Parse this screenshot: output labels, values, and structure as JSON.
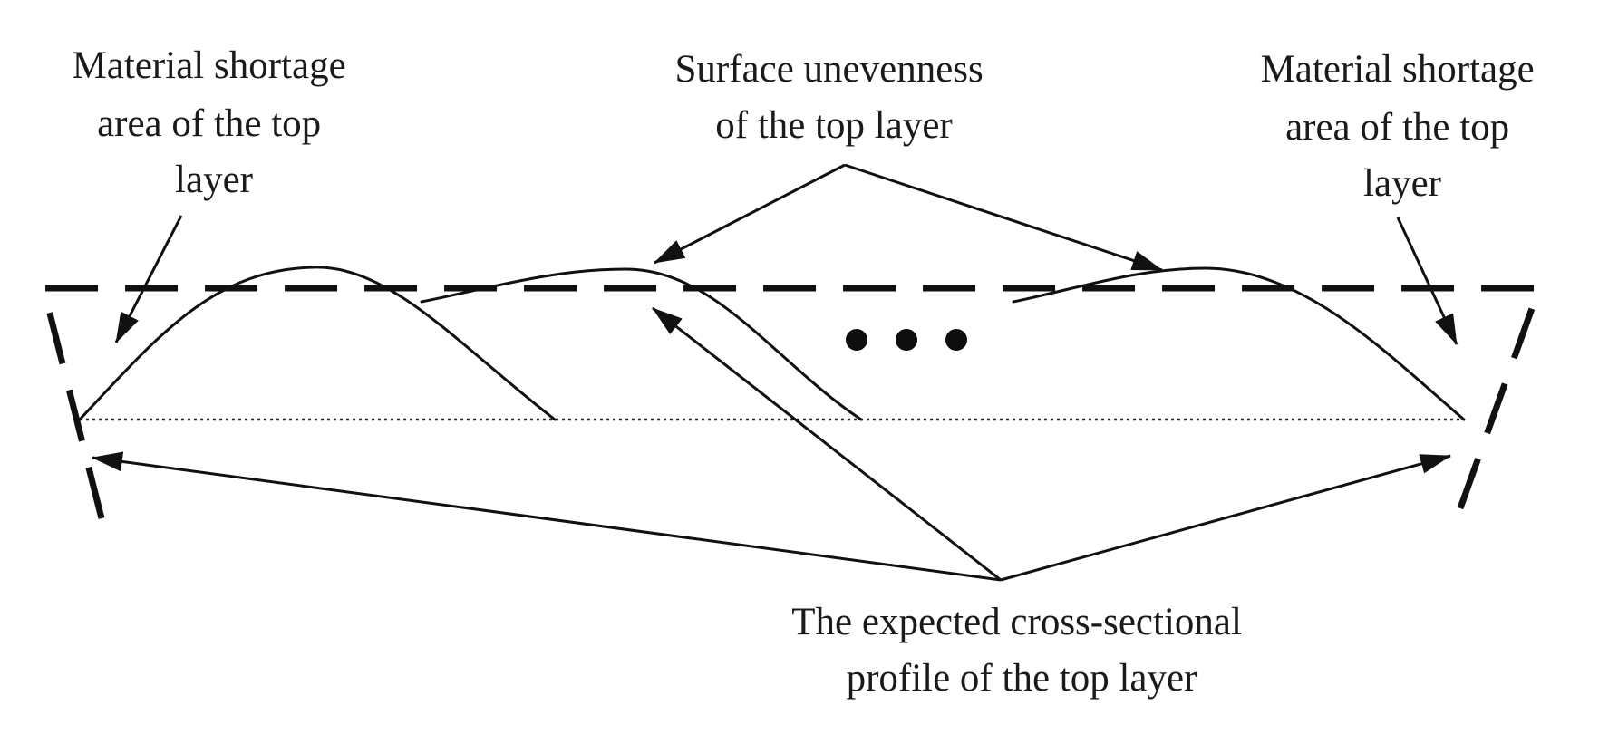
{
  "labels": {
    "shortage_left": [
      "Material shortage",
      "area of the top",
      "layer"
    ],
    "unevenness": [
      "Surface unevenness",
      "of the top layer"
    ],
    "shortage_right": [
      "Material shortage",
      "area of the top",
      "layer"
    ],
    "expected_profile": [
      "The expected cross-sectional",
      "profile of the top layer"
    ]
  },
  "colors": {
    "ink": "#111111",
    "background": "#ffffff"
  }
}
